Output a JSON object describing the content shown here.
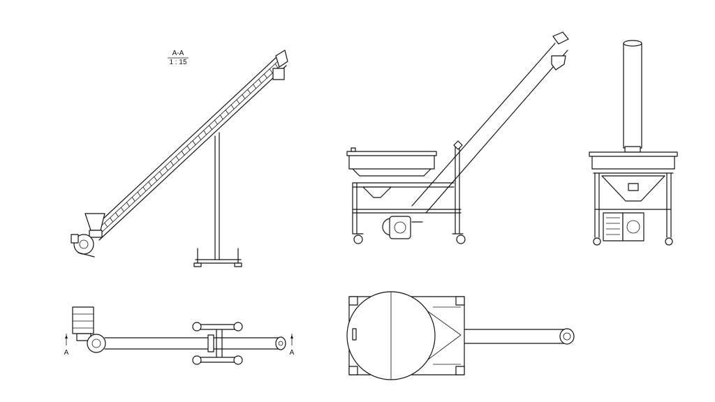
{
  "section": {
    "title": "A-A",
    "scale": "1 : 15"
  },
  "markers": {
    "left": "A",
    "right": "A"
  },
  "views": [
    {
      "id": "section-view"
    },
    {
      "id": "side-view"
    },
    {
      "id": "front-view"
    },
    {
      "id": "top-view-conveyor"
    },
    {
      "id": "top-view-hopper"
    }
  ]
}
